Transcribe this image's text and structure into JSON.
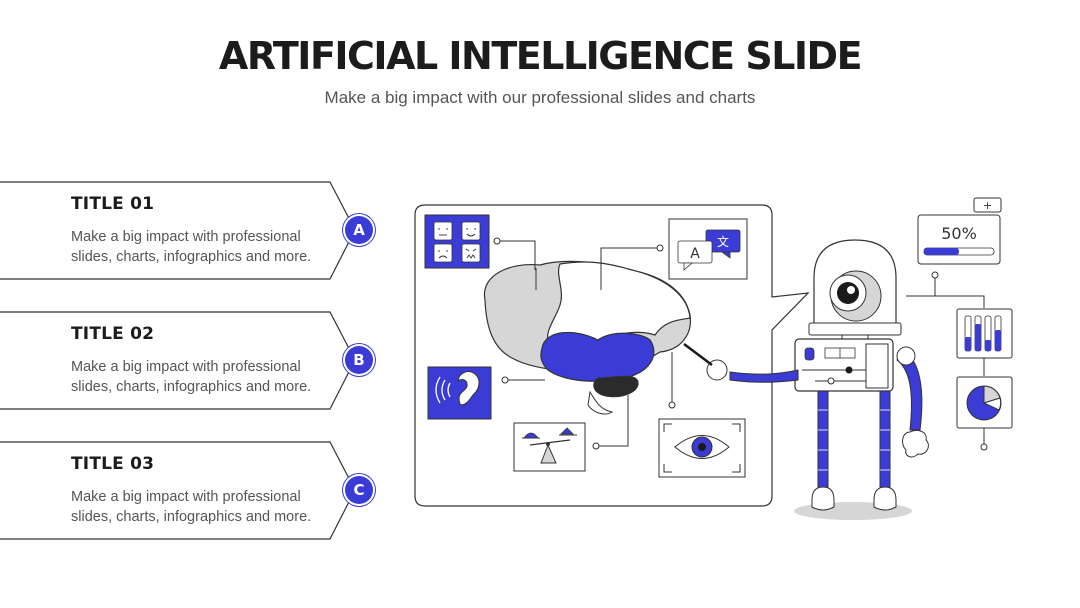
{
  "slide": {
    "title": "ARTIFICIAL INTELLIGENCE SLIDE",
    "subtitle": "Make a big impact with our professional slides and charts"
  },
  "items": [
    {
      "badge": "A",
      "title": "TITLE 01",
      "description": "Make a big impact with professional slides, charts, infographics and more."
    },
    {
      "badge": "B",
      "title": "TITLE 02",
      "description": "Make a big impact with professional slides, charts, infographics and more."
    },
    {
      "badge": "C",
      "title": "TITLE 03",
      "description": "Make a big impact with professional slides, charts, infographics and more."
    }
  ],
  "illustration": {
    "progress_label": "50%",
    "progress_value": 0.5,
    "plus_label": "+",
    "translate_glyph_a": "A",
    "translate_glyph_b": "文",
    "accent_color": "#3b3bd6",
    "icons": [
      "emotion-faces-icon",
      "translate-icon",
      "hearing-ear-icon",
      "balance-scale-icon",
      "eye-icon",
      "bar-chart-icon",
      "pie-chart-icon",
      "robot-icon",
      "brain-icon"
    ]
  }
}
